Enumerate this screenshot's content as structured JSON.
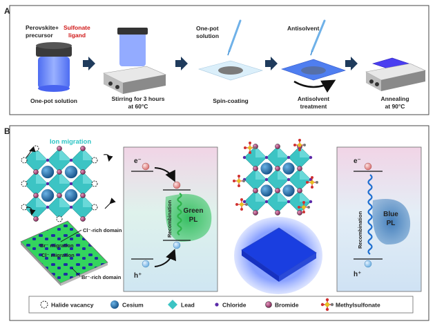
{
  "panelA": {
    "letter": "A",
    "top_left_1": "Perovskite",
    "top_left_plus": " + ",
    "top_left_2": "Sulfonate",
    "top_left_3": "precursor",
    "top_left_4": "ligand",
    "onepot_top_1": "One-pot",
    "onepot_top_2": "solution",
    "antisolvent_top": "Antisolvent",
    "steps": [
      {
        "line1": "One-pot solution",
        "line2": ""
      },
      {
        "line1": "Stirring for 3 hours",
        "line2": "at 60°C"
      },
      {
        "line1": "Spin-coating",
        "line2": ""
      },
      {
        "line1": "Antisolvent",
        "line2": "treatment"
      },
      {
        "line1": "Annealing",
        "line2": "at 90°C"
      }
    ]
  },
  "panelB": {
    "letter": "B",
    "ion_migration": "Ion migration",
    "cl_rich": "Cl⁻-rich domain",
    "br_migration": "Br⁻ migration",
    "cl_migration": "Cl⁻ migration",
    "br_rich": "Br⁻-rich domain",
    "electron": "e⁻",
    "hole": "h⁺",
    "recombination": "Recombination",
    "green_pl_1": "Green",
    "green_pl_2": "PL",
    "blue_pl_1": "Blue",
    "blue_pl_2": "PL"
  },
  "legend": {
    "items": [
      {
        "label": "Halide vacancy",
        "icon": "halide-vacancy-icon"
      },
      {
        "label": "Cesium",
        "icon": "cesium-icon"
      },
      {
        "label": "Lead",
        "icon": "lead-icon"
      },
      {
        "label": "Chloride",
        "icon": "chloride-icon"
      },
      {
        "label": "Bromide",
        "icon": "bromide-icon"
      },
      {
        "label": "Methylsulfonate",
        "icon": "methylsulfonate-icon"
      }
    ]
  },
  "colors": {
    "sulfonate_red": "#d01818",
    "ion_migration_cyan": "#2bc4c4",
    "arrow_navy": "#1f3b5c",
    "blue_film": "#1a3ee0",
    "green_domain": "#3ad86a",
    "lead_teal": "#3cc4c4",
    "cesium_blue": "#1f6fa8"
  }
}
